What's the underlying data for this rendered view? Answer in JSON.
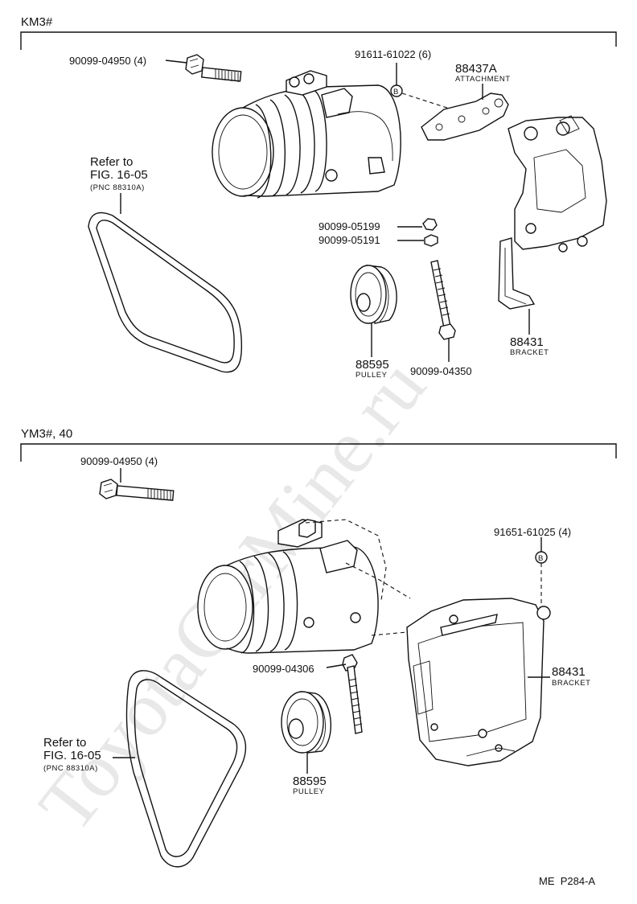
{
  "watermark": "ToyotaCarMine.ru",
  "footer_code": "ME  P284-A",
  "section_km3": {
    "title": "KM3#",
    "bolt_label": "90099-04950 (4)",
    "badge_part": "91611-61022 (6)",
    "badge_letter": "B",
    "attachment_part": "88437A",
    "attachment_name": "ATTACHMENT",
    "belt_ref_line1": "Refer to",
    "belt_ref_line2": "FIG. 16-05",
    "belt_ref_pnc": "(PNC 88310A)",
    "nut_label_1": "90099-05199",
    "nut_label_2": "90099-05191",
    "pulley_part": "88595",
    "pulley_name": "PULLEY",
    "bolt_long_label": "90099-04350",
    "bracket_part": "88431",
    "bracket_name": "BRACKET"
  },
  "section_ym3": {
    "title": "YM3#, 40",
    "bolt_label": "90099-04950 (4)",
    "badge_part": "91651-61025 (4)",
    "badge_letter": "B",
    "bracket_part": "88431",
    "bracket_name": "BRACKET",
    "bolt_long_label": "90099-04306",
    "pulley_part": "88595",
    "pulley_name": "PULLEY",
    "belt_ref_line1": "Refer to",
    "belt_ref_line2": "FIG. 16-05",
    "belt_ref_pnc": "(PNC 88310A)"
  }
}
